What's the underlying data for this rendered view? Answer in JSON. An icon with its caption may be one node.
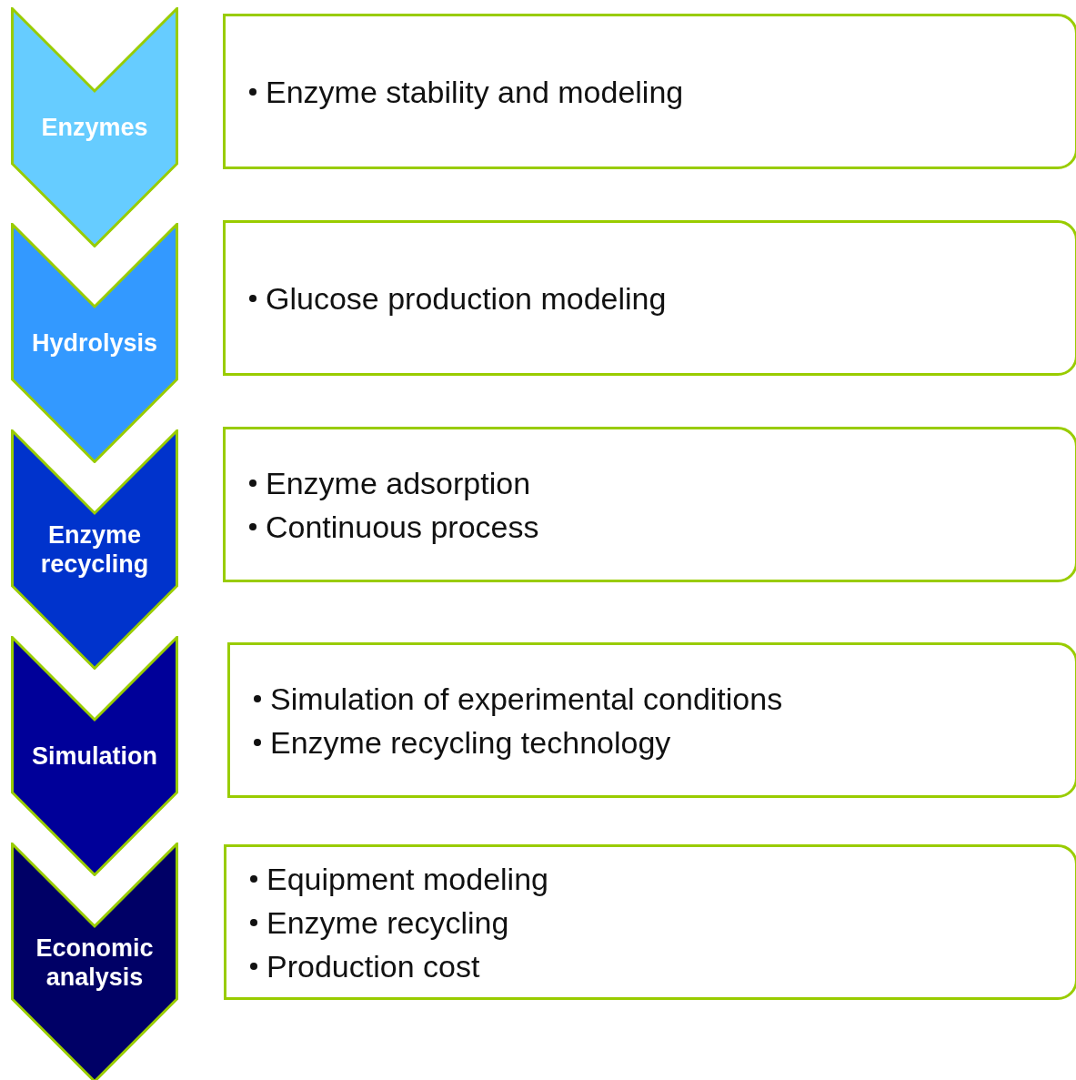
{
  "diagram": {
    "nodes": [
      {
        "text": [
          "Enzymes"
        ]
      },
      {
        "text": [
          "Enzyme stability and modeling"
        ]
      },
      {
        "text": [
          "Hydrolysis"
        ]
      },
      {
        "text": [
          "Glucose production modeling"
        ]
      },
      {
        "text": [
          "Enzyme recycling"
        ]
      },
      {
        "text": [
          "Enzyme adsorption",
          "Continuous process"
        ]
      },
      {
        "text": [
          "Simulation"
        ]
      },
      {
        "text": [
          "Simulation of experimental conditions",
          "Enzyme recycling technology"
        ]
      },
      {
        "text": [
          "Economic analysis"
        ]
      },
      {
        "text": [
          "Equipment modeling",
          "Enzyme recycling",
          "Production cost"
        ]
      }
    ],
    "edges": []
  }
}
